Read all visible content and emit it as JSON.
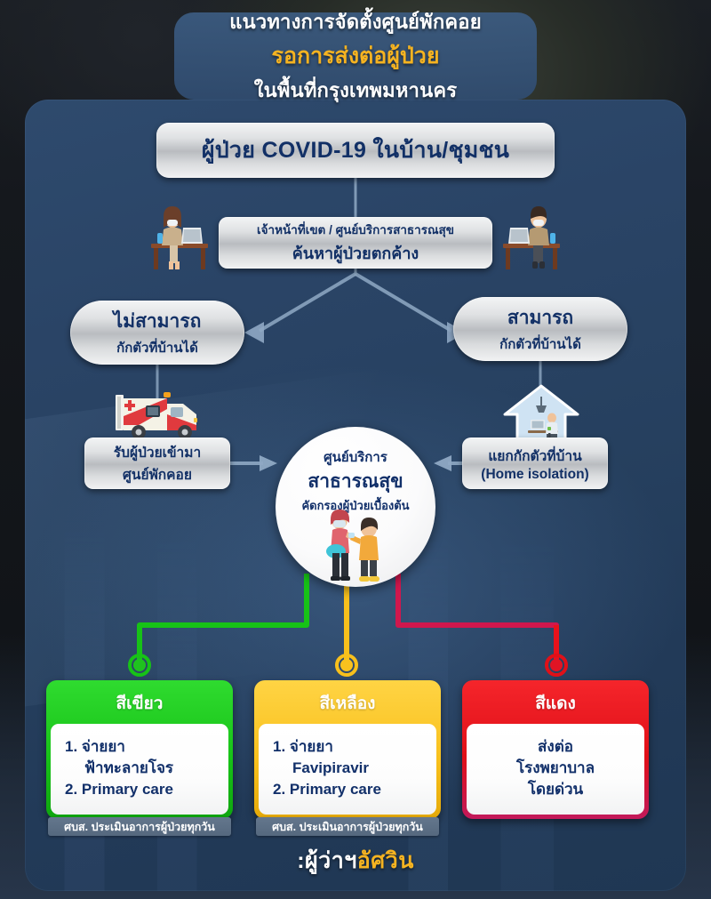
{
  "title": {
    "line1": "แนวทางการจัดตั้งศูนย์พักคอย",
    "line2": "รอการส่งต่อผู้ป่วย",
    "line3": "ในพื้นที่กรุงเทพมหานคร",
    "accent_color": "#f5b321"
  },
  "head": {
    "label": "ผู้ป่วย COVID-19 ในบ้าน/ชุมชน"
  },
  "staff": {
    "line1": "เจ้าหน้าที่เขต / ศูนย์บริการสาธารณสุข",
    "line2": "ค้นหาผู้ป่วยตกค้าง",
    "icon_left": "desk-worker-female-icon",
    "icon_right": "desk-worker-male-icon"
  },
  "branches": {
    "left": {
      "line1": "ไม่สามารถ",
      "line2": "กักตัวที่บ้านได้"
    },
    "right": {
      "line1": "สามารถ",
      "line2": "กักตัวที่บ้านได้"
    }
  },
  "side_cards": {
    "left": {
      "line1": "รับผู้ป่วยเข้ามา",
      "line2": "ศูนย์พักคอย",
      "icon": "ambulance-icon"
    },
    "right": {
      "line1": "แยกกักตัวที่บ้าน",
      "line2": "(Home isolation)",
      "icon": "house-isolation-icon"
    }
  },
  "center": {
    "line1": "ศูนย์บริการ",
    "line2": "สาธารณสุข",
    "line3": "คัดกรองผู้ป่วยเบื้องต้น",
    "icon": "screening-people-icon"
  },
  "categories": [
    {
      "id": "green",
      "header": "สีเขียว",
      "color": "#17c217",
      "dot_color": "#1fc21f",
      "align": "left",
      "lines": [
        "1. จ่ายยา",
        "ฟ้าทะลายโจร",
        "2. Primary care"
      ],
      "footer": "ศบส. ประเมินอาการผู้ป่วยทุกวัน"
    },
    {
      "id": "yellow",
      "header": "สีเหลือง",
      "color": "#f8c01c",
      "dot_color": "#f9c21e",
      "align": "left",
      "lines": [
        "1. จ่ายยา",
        "Favipiravir",
        "2. Primary care"
      ],
      "footer": "ศบส. ประเมินอาการผู้ป่วยทุกวัน"
    },
    {
      "id": "red",
      "header": "สีแดง",
      "color": "#e01018",
      "dot_color": "#e11424",
      "align": "center",
      "lines": [
        "ส่งต่อ",
        "โรงพยาบาล",
        "โดยด่วน"
      ],
      "footer": ""
    }
  ],
  "logo": {
    "prefix": ":ผู้ว่าฯ",
    "name": "อัศวิน"
  },
  "palette": {
    "panel_blue": "#2a4466",
    "silver": "#dfe1e3",
    "navy_text": "#12306a",
    "connector_blue": "#8fa9c4"
  }
}
